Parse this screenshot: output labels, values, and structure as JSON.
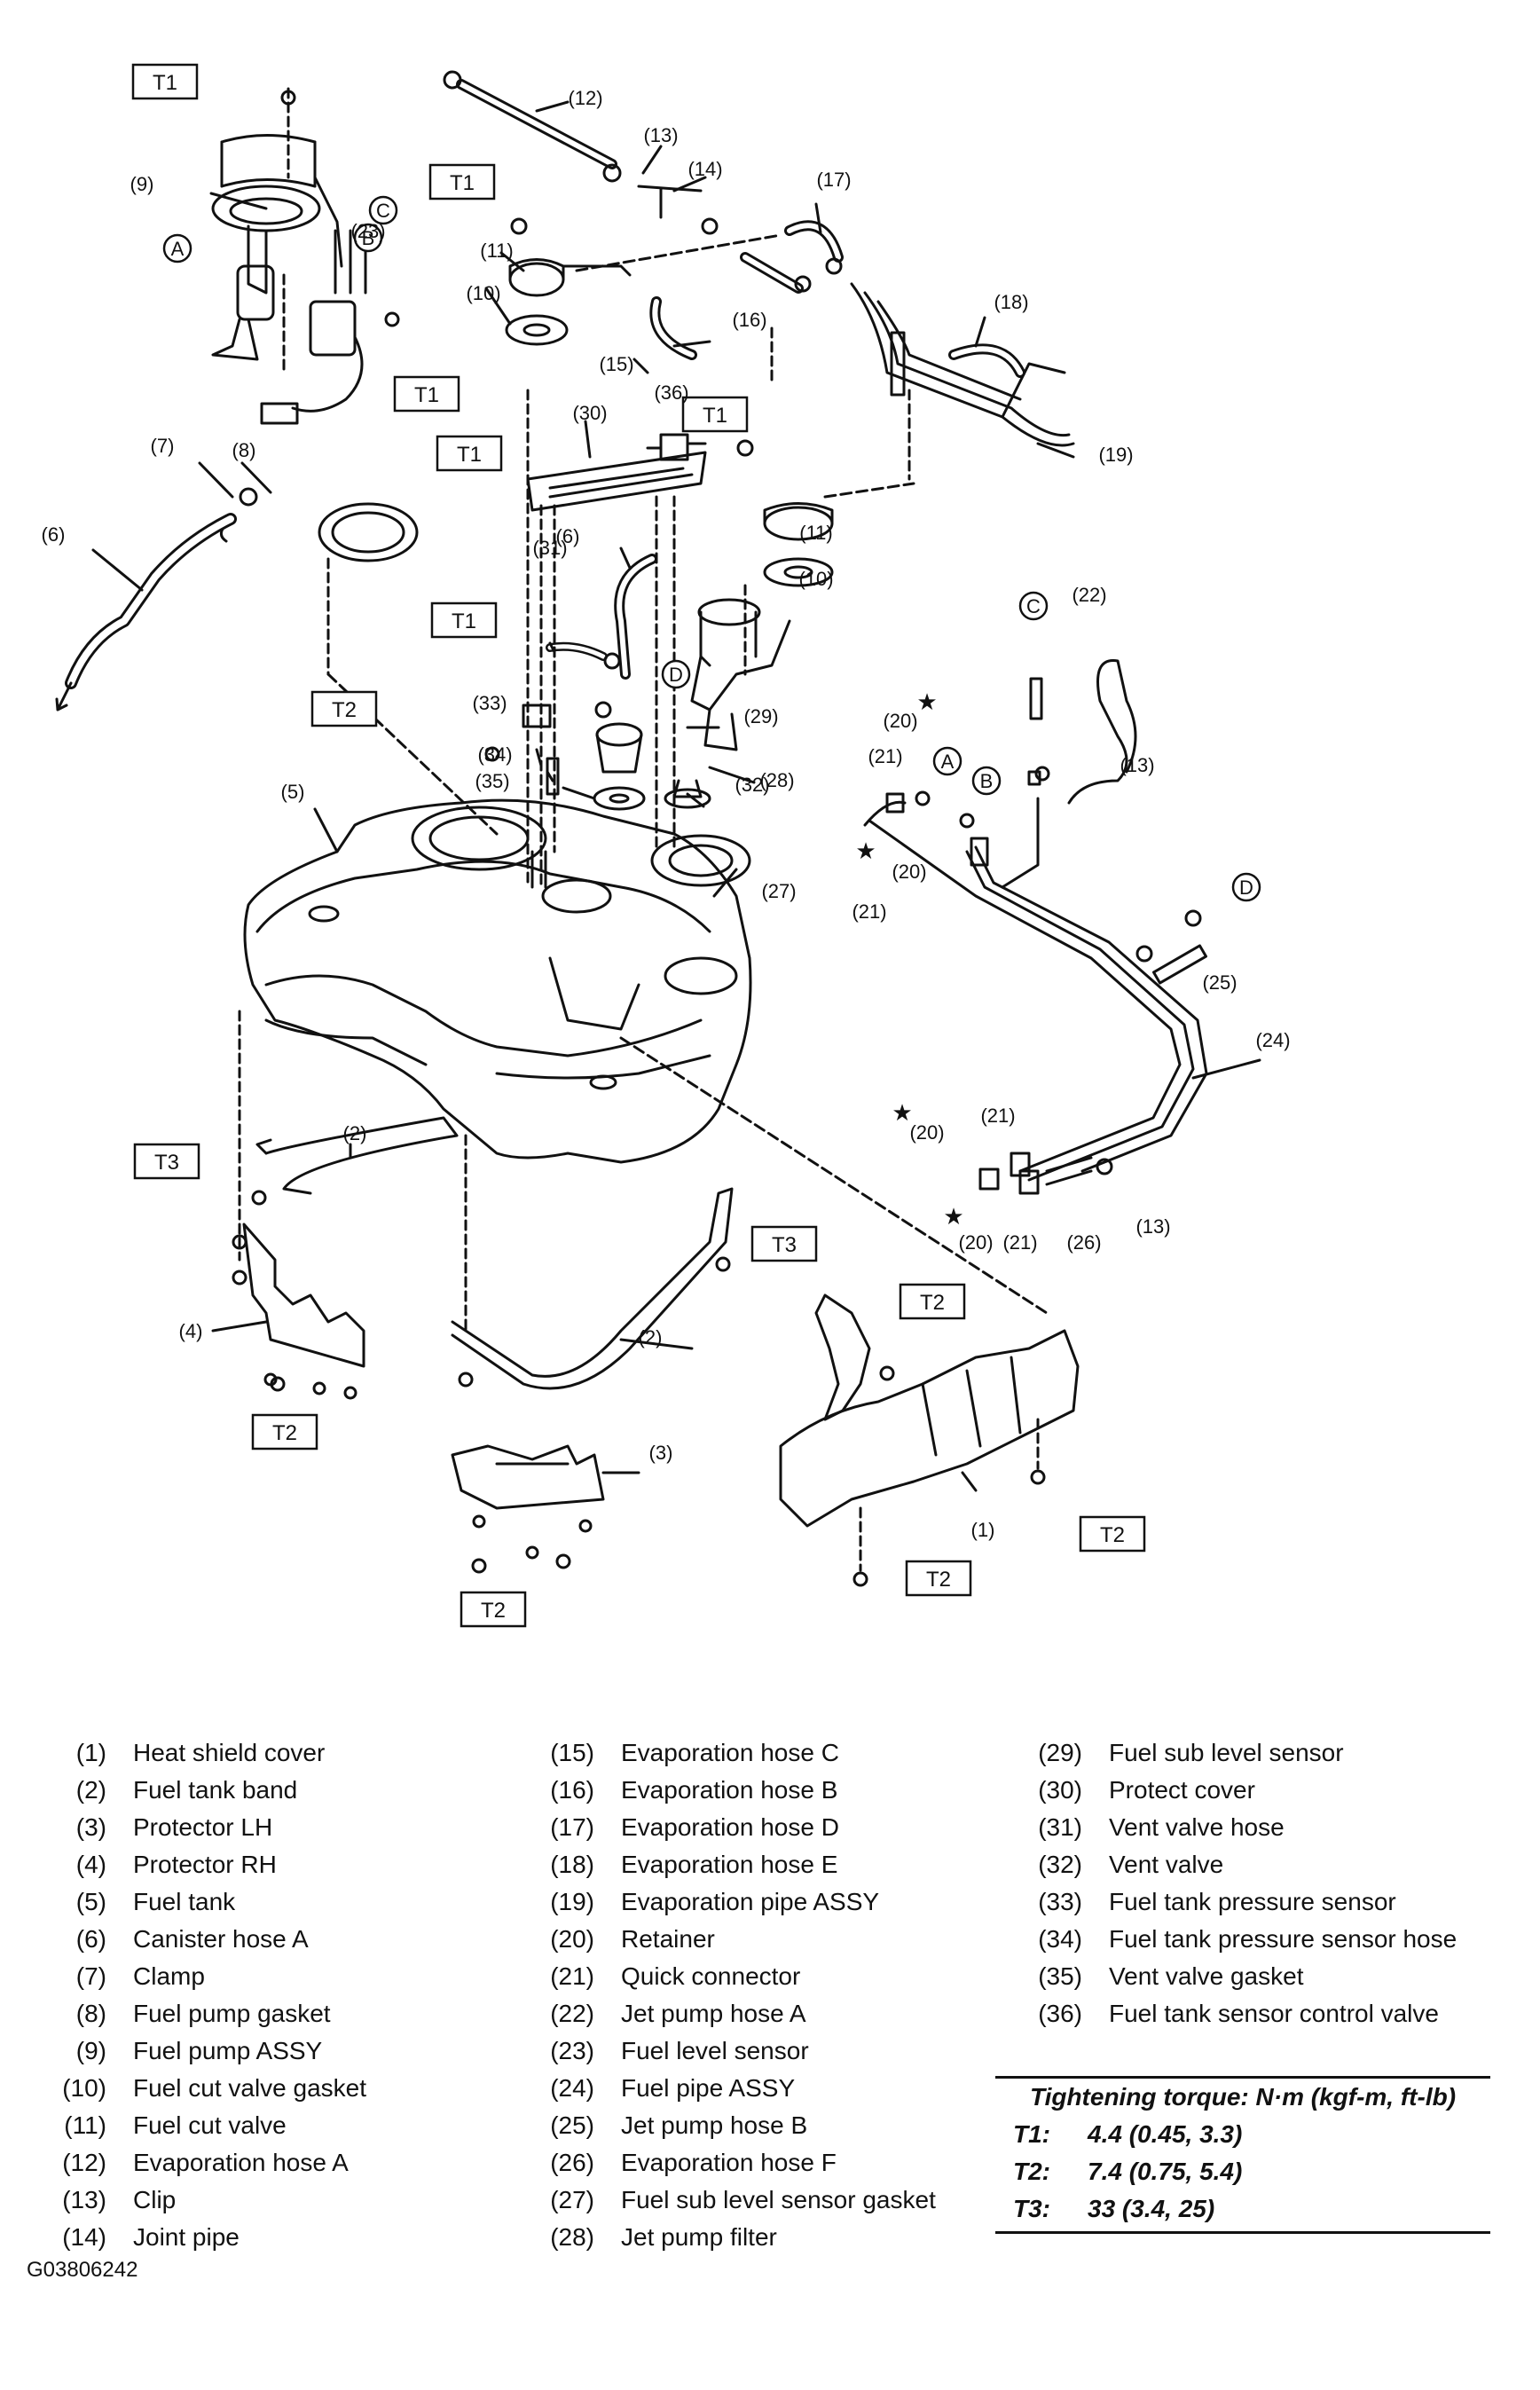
{
  "figure_code": "G03806242",
  "torque_boxes": [
    "T1",
    "T2",
    "T3"
  ],
  "circle_refs": [
    "A",
    "B",
    "C",
    "D"
  ],
  "callouts": [
    "(1)",
    "(2)",
    "(3)",
    "(4)",
    "(5)",
    "(6)",
    "(7)",
    "(8)",
    "(9)",
    "(10)",
    "(11)",
    "(12)",
    "(13)",
    "(14)",
    "(15)",
    "(16)",
    "(17)",
    "(18)",
    "(19)",
    "(20)",
    "(21)",
    "(22)",
    "(23)",
    "(24)",
    "(25)",
    "(26)",
    "(27)",
    "(28)",
    "(29)",
    "(30)",
    "(31)",
    "(32)",
    "(33)",
    "(34)",
    "(35)",
    "(36)"
  ],
  "legend": {
    "col1": [
      {
        "num": "(1)",
        "name": "Heat shield cover"
      },
      {
        "num": "(2)",
        "name": "Fuel tank band"
      },
      {
        "num": "(3)",
        "name": "Protector LH"
      },
      {
        "num": "(4)",
        "name": "Protector RH"
      },
      {
        "num": "(5)",
        "name": "Fuel tank"
      },
      {
        "num": "(6)",
        "name": "Canister hose A"
      },
      {
        "num": "(7)",
        "name": "Clamp"
      },
      {
        "num": "(8)",
        "name": "Fuel pump gasket"
      },
      {
        "num": "(9)",
        "name": "Fuel pump ASSY"
      },
      {
        "num": "(10)",
        "name": "Fuel cut valve gasket"
      },
      {
        "num": "(11)",
        "name": "Fuel cut valve"
      },
      {
        "num": "(12)",
        "name": "Evaporation hose A"
      },
      {
        "num": "(13)",
        "name": "Clip"
      },
      {
        "num": "(14)",
        "name": "Joint pipe"
      }
    ],
    "col2": [
      {
        "num": "(15)",
        "name": "Evaporation hose C"
      },
      {
        "num": "(16)",
        "name": "Evaporation hose B"
      },
      {
        "num": "(17)",
        "name": "Evaporation hose D"
      },
      {
        "num": "(18)",
        "name": "Evaporation hose E"
      },
      {
        "num": "(19)",
        "name": "Evaporation pipe ASSY"
      },
      {
        "num": "(20)",
        "name": "Retainer"
      },
      {
        "num": "(21)",
        "name": "Quick connector"
      },
      {
        "num": "(22)",
        "name": "Jet pump hose A"
      },
      {
        "num": "(23)",
        "name": "Fuel level sensor"
      },
      {
        "num": "(24)",
        "name": "Fuel pipe ASSY"
      },
      {
        "num": "(25)",
        "name": "Jet pump hose B"
      },
      {
        "num": "(26)",
        "name": "Evaporation hose F"
      },
      {
        "num": "(27)",
        "name": "Fuel sub level sensor gasket"
      },
      {
        "num": "(28)",
        "name": "Jet pump filter"
      }
    ],
    "col3": [
      {
        "num": "(29)",
        "name": "Fuel sub level sensor"
      },
      {
        "num": "(30)",
        "name": "Protect cover"
      },
      {
        "num": "(31)",
        "name": "Vent valve hose"
      },
      {
        "num": "(32)",
        "name": "Vent valve"
      },
      {
        "num": "(33)",
        "name": "Fuel tank pressure sensor"
      },
      {
        "num": "(34)",
        "name": "Fuel tank pressure sensor hose"
      },
      {
        "num": "(35)",
        "name": "Vent valve gasket"
      },
      {
        "num": "(36)",
        "name": "Fuel tank sensor control valve"
      }
    ]
  },
  "torque": {
    "heading": "Tightening torque: N·m (kgf-m, ft-lb)",
    "rows": [
      {
        "key": "T1:",
        "value": "4.4 (0.45, 3.3)"
      },
      {
        "key": "T2:",
        "value": "7.4 (0.75, 5.4)"
      },
      {
        "key": "T3:",
        "value": "33 (3.4, 25)"
      }
    ]
  }
}
